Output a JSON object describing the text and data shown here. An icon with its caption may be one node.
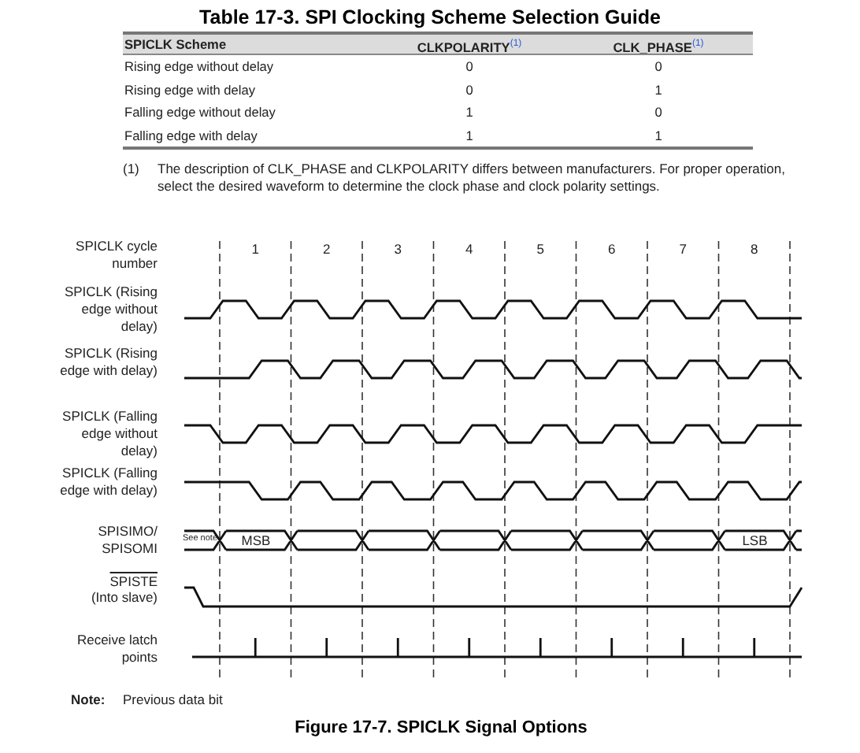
{
  "diagram": {
    "title": "Table 17-3. SPI Clocking Scheme Selection Guide",
    "caption": "Figure 17-7. SPICLK Signal Options",
    "labels": [
      "SPICLK Scheme",
      "CLKPOLARITY$^{(1)}$",
      "CLK_PHASE$^{(1)}$",
      "Rising edge without delay",
      "0",
      "0",
      "Rising edge with delay",
      "0",
      "1",
      "Falling edge without delay",
      "1",
      "0",
      "Falling edge with delay",
      "1",
      "1",
      "(1)",
      "The description of CLK_PHASE and CLKPOLARITY differs between manufacturers. For proper operation, select the desired waveform to determine the clock phase and clock polarity settings.",
      "SPICLK cycle number",
      "1",
      "2",
      "3",
      "4",
      "5",
      "6",
      "7",
      "8",
      "SPICLK (Rising edge without delay)",
      "SPICLK (Rising edge with delay)",
      "SPICLK (Falling edge without delay)",
      "SPICLK (Falling edge with delay)",
      "SPISIMO/ SPISOMI",
      "See note",
      "MSB",
      "LSB",
      "SPISTE",
      "(Into slave)",
      "Receive latch points",
      "Note:",
      "Previous data bit"
    ]
  }
}
